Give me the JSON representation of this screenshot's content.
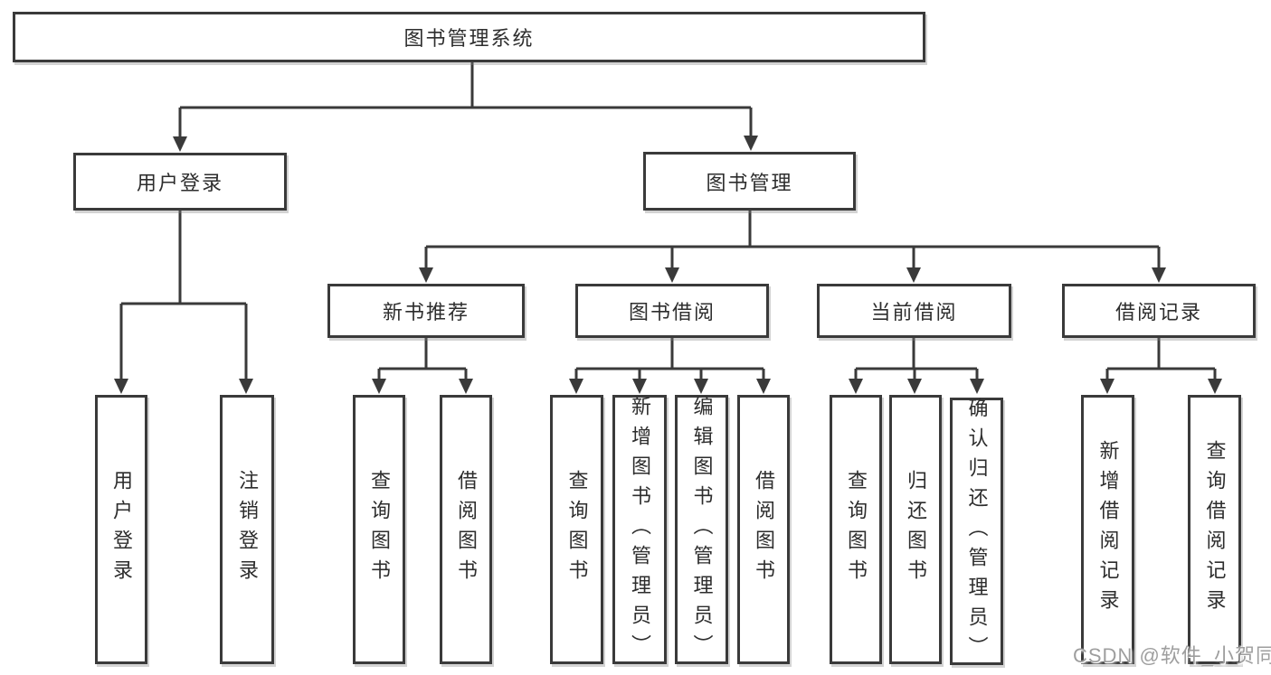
{
  "tree": {
    "root": "图书管理系统",
    "user_login": {
      "label": "用户登录",
      "leaves": [
        "用户登录",
        "注销登录"
      ]
    },
    "book_mgmt": {
      "label": "图书管理",
      "groups": [
        {
          "label": "新书推荐",
          "leaves": [
            "查询图书",
            "借阅图书"
          ]
        },
        {
          "label": "图书借阅",
          "leaves": [
            "查询图书",
            "新增图书（管理员）",
            "编辑图书（管理员）",
            "借阅图书"
          ]
        },
        {
          "label": "当前借阅",
          "leaves": [
            "查询图书",
            "归还图书",
            "确认归还（管理员）"
          ]
        },
        {
          "label": "借阅记录",
          "leaves": [
            "新增借阅记录",
            "查询借阅记录"
          ]
        }
      ]
    }
  },
  "watermark": "CSDN @软件_小贺同学",
  "colors": {
    "line": "#3a3a3a",
    "box_border": "#3a3a3a",
    "box_bg": "#ffffff",
    "text": "#2d2d2d",
    "watermark": "#9e9e9e"
  }
}
